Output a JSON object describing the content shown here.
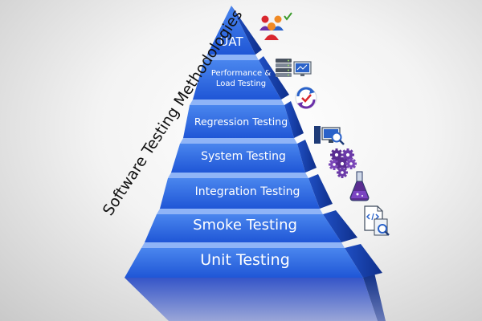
{
  "side_title": "Software Testing Methodologies",
  "levels": [
    {
      "label": "UAT",
      "icon": "users-checkmark-icon"
    },
    {
      "label_line1": "Performance &",
      "label_line2": "Load Testing",
      "icon": "server-monitor-icon"
    },
    {
      "label": "Regression Testing",
      "icon": "cycle-checkmark-icon"
    },
    {
      "label": "System Testing",
      "icon": "computer-magnifier-icon"
    },
    {
      "label": "Integration Testing",
      "icon": "gears-icon"
    },
    {
      "label": "Smoke Testing",
      "icon": "flask-icon"
    },
    {
      "label": "Unit Testing",
      "icon": "code-document-magnifier-icon"
    }
  ],
  "colors": {
    "front_top": "#4a86ee",
    "front_bottom": "#1f56d6",
    "side": "#1438a4",
    "ledge": "#8fb4f7",
    "base_front": "#3a5ad0",
    "base_side": "#0f2f86",
    "icon_blue": "#2a62c9",
    "icon_dark": "#1f3c78",
    "icon_orange": "#f08a24",
    "icon_red": "#d9272e",
    "icon_purple": "#6b2fa8",
    "icon_green": "#3a9a2a"
  }
}
